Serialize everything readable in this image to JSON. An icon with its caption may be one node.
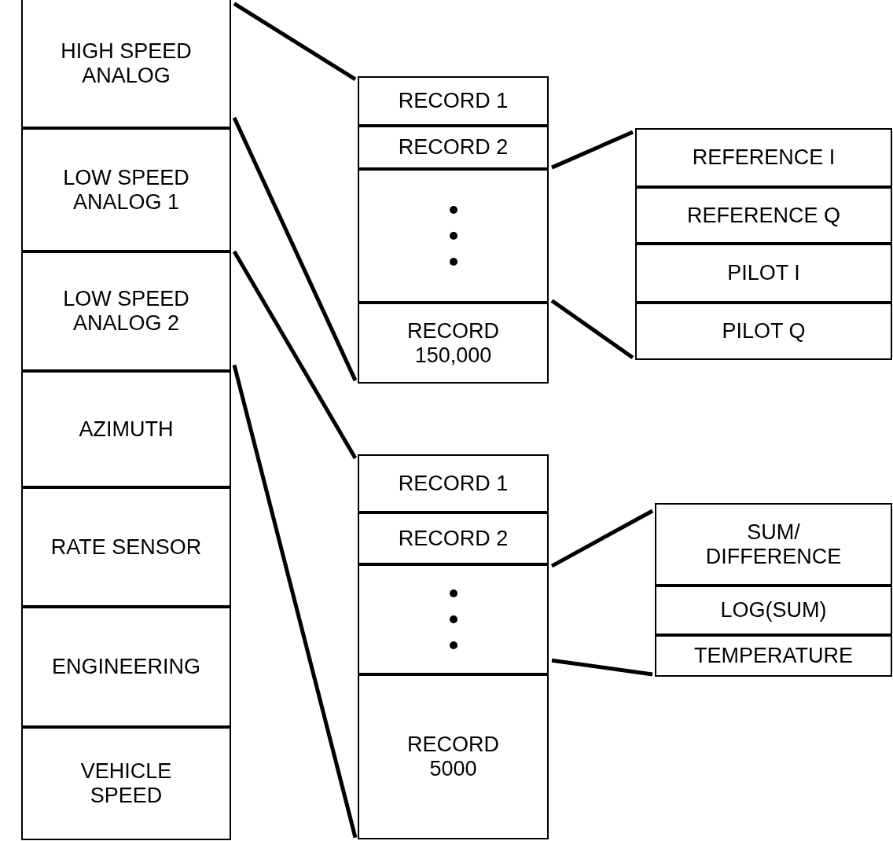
{
  "diagram": {
    "nodes": [
      {
        "text": [],
        "shape": "box"
      },
      {
        "text": [
          "HIGH SPEED ANALOG"
        ],
        "in": 0
      },
      {
        "text": [
          "LOW SPEED ANALOG 1"
        ],
        "in": 0
      },
      {
        "text": [
          "LOW SPEED ANALOG 2"
        ],
        "in": 0
      },
      {
        "text": [
          "AZIMUTH"
        ],
        "in": 0
      },
      {
        "text": [
          "RATE SENSOR"
        ],
        "in": 0
      },
      {
        "text": [
          "ENGINEERING"
        ],
        "in": 0
      },
      {
        "text": [
          "VEHICLE SPEED"
        ],
        "in": 0
      },
      {
        "text": [],
        "shape": "box"
      },
      {
        "text": [
          "RECORD 1"
        ],
        "in": 8
      },
      {
        "text": [
          "RECORD 2"
        ],
        "in": 8
      },
      {
        "text": [],
        "shape": "box",
        "in": 8
      },
      {
        "text": [
          "RECORD 150,000"
        ],
        "in": 8
      },
      {
        "text": [],
        "shape": "box"
      },
      {
        "text": [
          "REFERENCE I"
        ],
        "in": 13
      },
      {
        "text": [
          "REFERENCE Q"
        ],
        "in": 13
      },
      {
        "text": [
          "PILOT I"
        ],
        "in": 13
      },
      {
        "text": [
          "PILOT Q"
        ],
        "in": 13
      },
      {
        "text": [],
        "shape": "box"
      },
      {
        "text": [
          "RECORD 1"
        ],
        "in": 18
      },
      {
        "text": [
          "RECORD 2"
        ],
        "in": 18
      },
      {
        "text": [],
        "shape": "box",
        "in": 18
      },
      {
        "text": [
          "RECORD 5000"
        ],
        "in": 18
      },
      {
        "text": [],
        "shape": "box"
      },
      {
        "text": [
          "SUM/ DIFFERENCE"
        ],
        "in": 23
      },
      {
        "text": [
          "LOG(SUM)"
        ],
        "in": 23
      },
      {
        "text": [
          "TEMPERATURE"
        ],
        "in": 23
      }
    ],
    "edges": [
      {
        "from": 1,
        "to": 8,
        "arrow": "none"
      },
      {
        "from": 1,
        "to": 8,
        "arrow": "none"
      },
      {
        "from": 3,
        "to": 18,
        "arrow": "none"
      },
      {
        "from": 3,
        "to": 18,
        "arrow": "none"
      },
      {
        "from": 8,
        "to": 13,
        "arrow": "none"
      },
      {
        "from": 8,
        "to": 13,
        "arrow": "none"
      },
      {
        "from": 18,
        "to": 23,
        "arrow": "none"
      },
      {
        "from": 18,
        "to": 23,
        "arrow": "none"
      }
    ]
  }
}
